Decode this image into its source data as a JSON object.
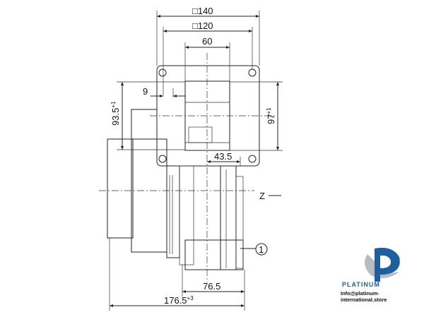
{
  "drawing": {
    "dimensions": {
      "flange_outer": "□140",
      "flange_inner": "□120",
      "outlet_width": "60",
      "offset_9": "9",
      "height_left": "93.5",
      "height_left_tol": "+1",
      "height_right": "97",
      "height_right_tol": "+1",
      "outlet_offset": "43.5",
      "depth_inner": "76.5",
      "depth_total": "176.5",
      "depth_total_tol": "+3"
    },
    "axis_label": "Z",
    "callout": "1"
  },
  "watermark": {
    "brand": "PLATINUM",
    "email": "Info@platinum-international.store",
    "colors": {
      "blue": "#1e5fa0",
      "gray": "#b8bcc0"
    }
  }
}
